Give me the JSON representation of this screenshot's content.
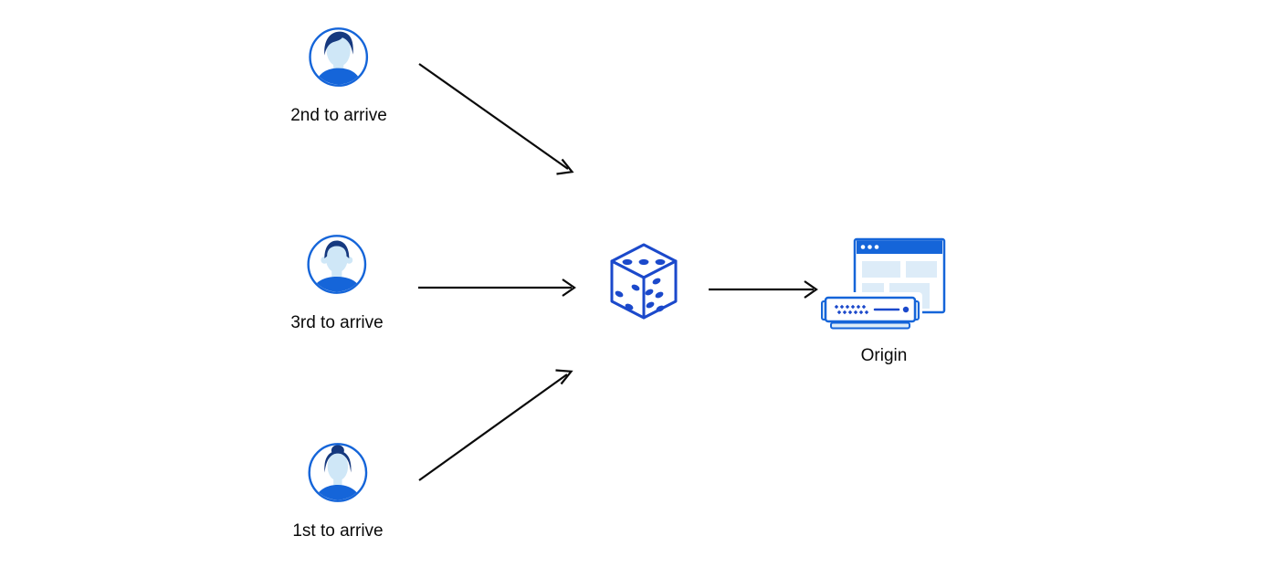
{
  "diagram": {
    "clients": [
      {
        "label": "2nd to arrive",
        "icon": "male-user-avatar-icon"
      },
      {
        "label": "3rd to arrive",
        "icon": "male-user-avatar-icon"
      },
      {
        "label": "1st to arrive",
        "icon": "female-user-avatar-icon"
      }
    ],
    "selector": {
      "icon": "dice-icon"
    },
    "origin": {
      "label": "Origin",
      "icon": "origin-server-icon"
    },
    "arrows": [
      {
        "from": "client-2nd-to-arrive",
        "to": "dice"
      },
      {
        "from": "client-3rd-to-arrive",
        "to": "dice"
      },
      {
        "from": "client-1st-to-arrive",
        "to": "dice"
      },
      {
        "from": "dice",
        "to": "origin"
      }
    ]
  },
  "colors": {
    "canvas_bg": "#ffffff",
    "stroke_blue": "#1b49cb",
    "solid_blue": "#1565d9",
    "hair_navy": "#16397f",
    "skin_blue": "#cfe7f7",
    "panel_blue": "#ddecf8",
    "arrow_black": "#0a0a0a",
    "text_black": "#0a0a0a"
  }
}
